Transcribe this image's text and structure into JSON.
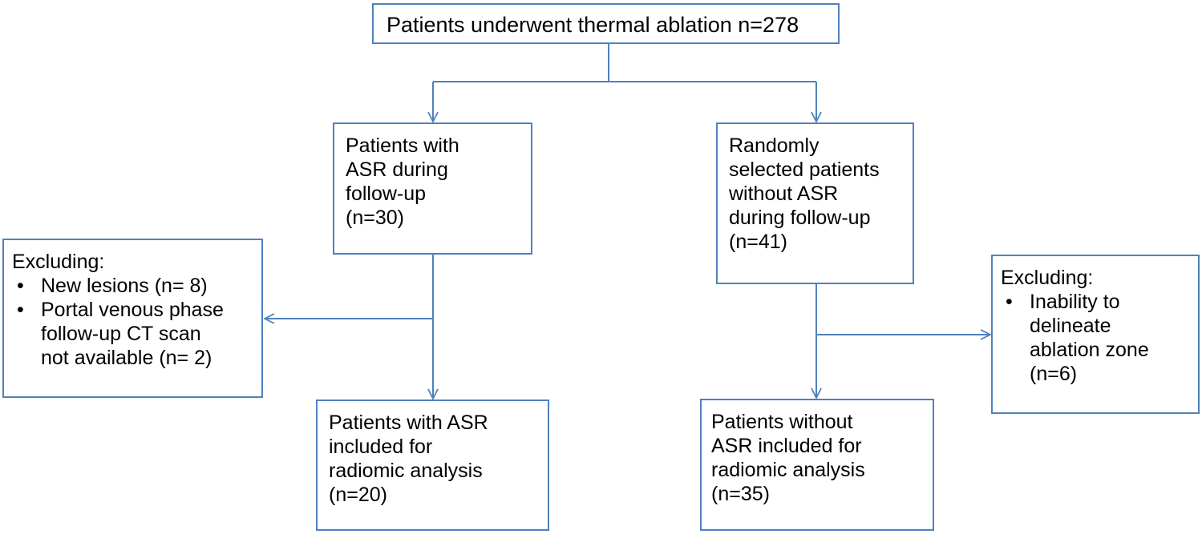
{
  "flowchart": {
    "top_box": "Patients underwent thermal ablation n=278",
    "asr_box": {
      "lines": [
        "Patients with",
        "ASR during",
        "follow-up",
        "(n=30)"
      ]
    },
    "no_asr_box": {
      "lines": [
        "Randomly",
        "selected patients",
        "without ASR",
        "during follow-up",
        "(n=41)"
      ]
    },
    "exclude_left": {
      "heading": "Excluding:",
      "items": [
        {
          "lines": [
            "New lesions (n= 8)"
          ]
        },
        {
          "lines": [
            "Portal venous phase",
            "follow-up CT scan",
            "not available (n= 2)"
          ]
        }
      ]
    },
    "exclude_right": {
      "heading": "Excluding:",
      "items": [
        {
          "lines": [
            "Inability to",
            "delineate",
            "ablation zone",
            "(n=6)"
          ]
        }
      ]
    },
    "asr_included_box": {
      "lines": [
        "Patients  with ASR",
        "included for",
        "radiomic analysis",
        "(n=20)"
      ]
    },
    "no_asr_included_box": {
      "lines": [
        "Patients  without",
        "ASR included for",
        "radiomic analysis",
        "(n=35)"
      ]
    }
  }
}
